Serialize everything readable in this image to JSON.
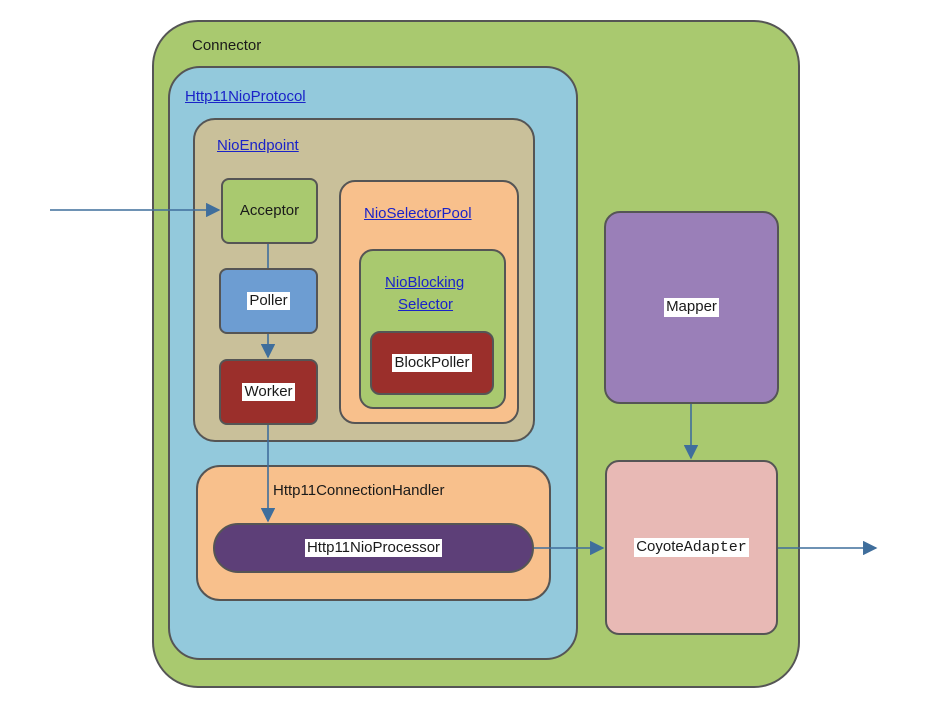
{
  "colors": {
    "connector_bg": "#a9c96f",
    "protocol_bg": "#93c9dc",
    "endpoint_bg": "#c9c09a",
    "selector_pool_bg": "#f8c08c",
    "blocking_selector_bg": "#a9c96f",
    "block_poller_bg": "#9b2f2b",
    "acceptor_bg": "#a9c96f",
    "poller_bg": "#6d9dd2",
    "worker_bg": "#9b2f2b",
    "handler_bg": "#f8c08c",
    "processor_bg": "#5d3f78",
    "mapper_bg": "#9a7fb8",
    "adapter_bg": "#e8b9b5",
    "arrow": "#3f6e9c"
  },
  "diagram": {
    "connector": "Connector",
    "protocol": "Http11NioProtocol",
    "endpoint": "NioEndpoint",
    "acceptor": "Acceptor",
    "poller": "Poller",
    "worker": "Worker",
    "selector_pool": "NioSelectorPool",
    "blocking_selector_line1": "NioBlocking",
    "blocking_selector_line2": "Selector",
    "block_poller": "BlockPoller",
    "connection_handler": "Http11ConnectionHandler",
    "processor": "Http11NioProcessor",
    "mapper": "Mapper",
    "adapter_part1": "Coyote",
    "adapter_part2": "Adapter"
  }
}
